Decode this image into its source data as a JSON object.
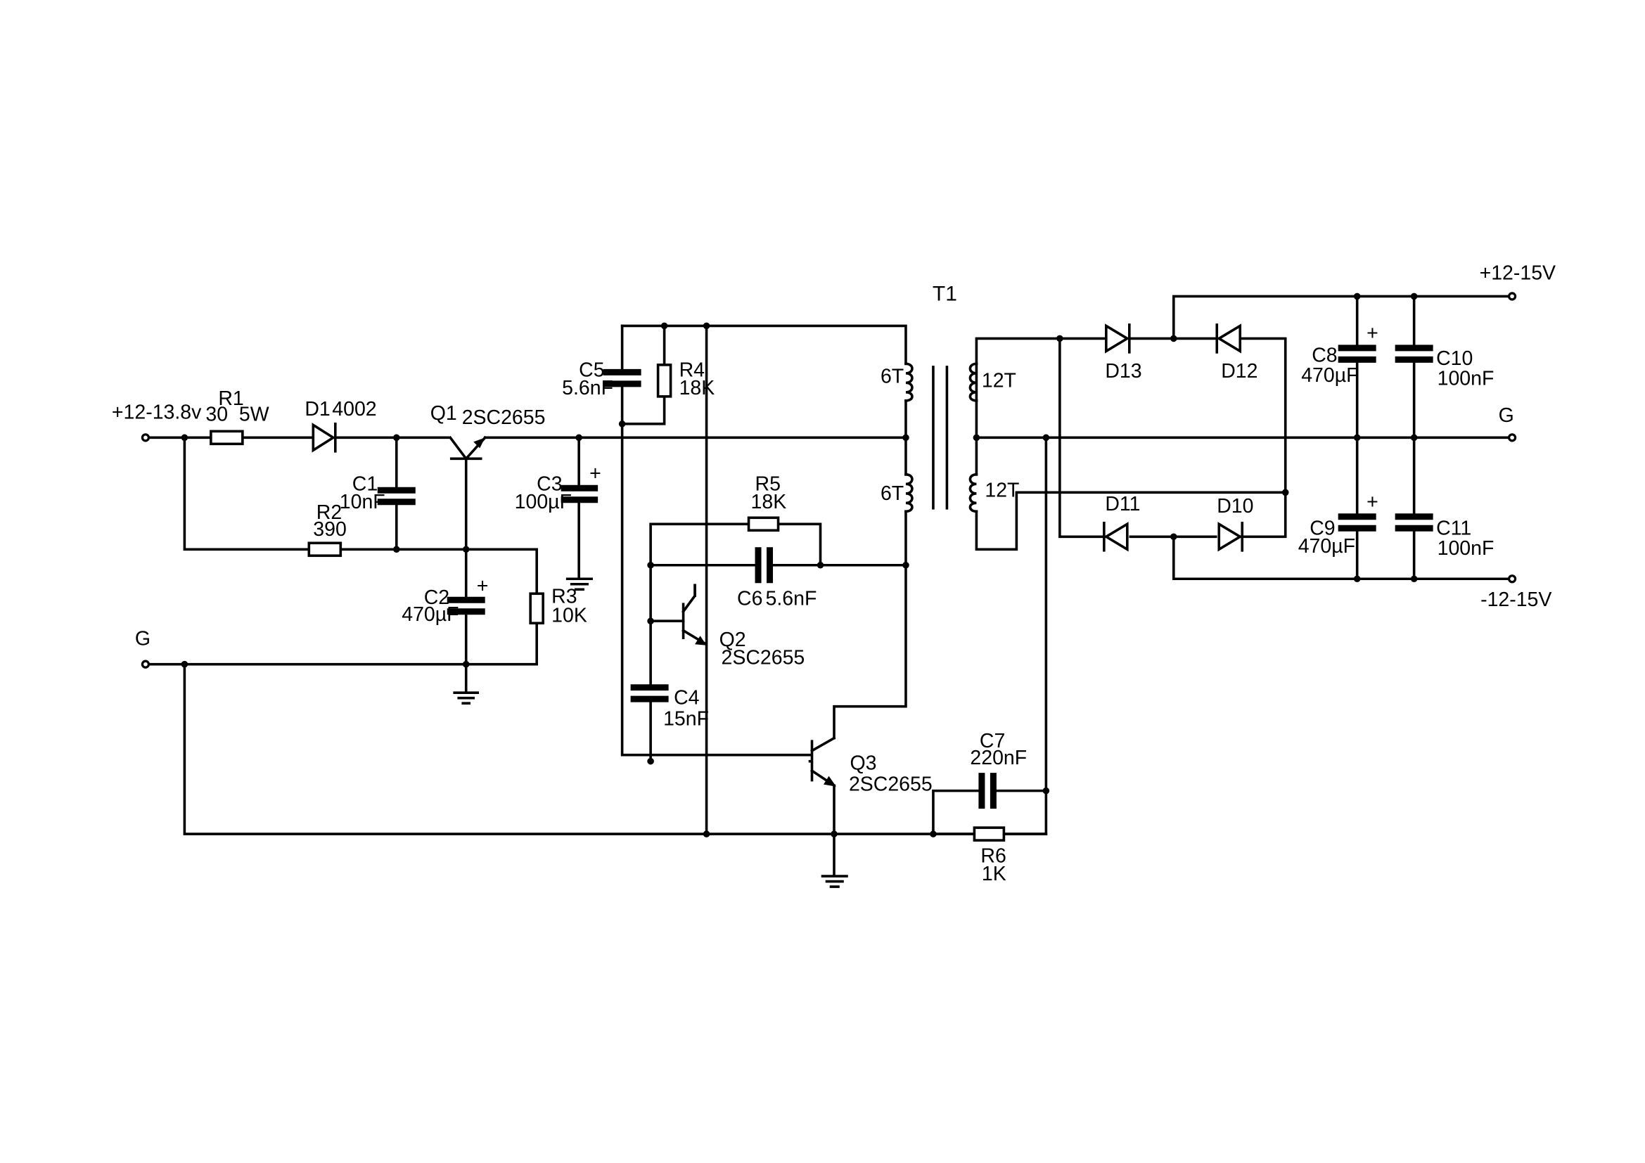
{
  "title": "T1",
  "terminals": {
    "vin": "+12-13.8v",
    "gnd_in": "G",
    "vpos_out": "+12-15V",
    "gnd_out": "G",
    "vneg_out": "-12-15V"
  },
  "components": {
    "r1": {
      "ref": "R1",
      "value": "30  5W"
    },
    "r2": {
      "ref": "R2",
      "value": "390"
    },
    "r3": {
      "ref": "R3",
      "value": "10K"
    },
    "r4": {
      "ref": "R4",
      "value": "18K"
    },
    "r5": {
      "ref": "R5",
      "value": "18K"
    },
    "r6": {
      "ref": "R6",
      "value": "1K"
    },
    "d1": {
      "ref": "D1",
      "value": "4002"
    },
    "c1": {
      "ref": "C1",
      "value": "10nF"
    },
    "c2": {
      "ref": "C2",
      "value": "470µF"
    },
    "c3": {
      "ref": "C3",
      "value": "100µF"
    },
    "c4": {
      "ref": "C4",
      "value": "15nF"
    },
    "c5": {
      "ref": "C5",
      "value": "5.6nF"
    },
    "c6": {
      "ref": "C6",
      "value": "5.6nF"
    },
    "c7": {
      "ref": "C7",
      "value": "220nF"
    },
    "c8": {
      "ref": "C8",
      "value": "470µF"
    },
    "c9": {
      "ref": "C9",
      "value": "470µF"
    },
    "c10": {
      "ref": "C10",
      "value": "100nF"
    },
    "c11": {
      "ref": "C11",
      "value": "100nF"
    },
    "q1": {
      "ref": "Q1",
      "value": "2SC2655"
    },
    "q2": {
      "ref": "Q2",
      "value": "2SC2655"
    },
    "q3": {
      "ref": "Q3",
      "value": "2SC2655"
    },
    "d10": {
      "ref": "D10"
    },
    "d11": {
      "ref": "D11"
    },
    "d12": {
      "ref": "D12"
    },
    "d13": {
      "ref": "D13"
    }
  },
  "transformer": {
    "primary_top": "6T",
    "primary_bottom": "6T",
    "secondary_top": "12T",
    "secondary_bottom": "12T"
  },
  "polarity_mark": "+"
}
